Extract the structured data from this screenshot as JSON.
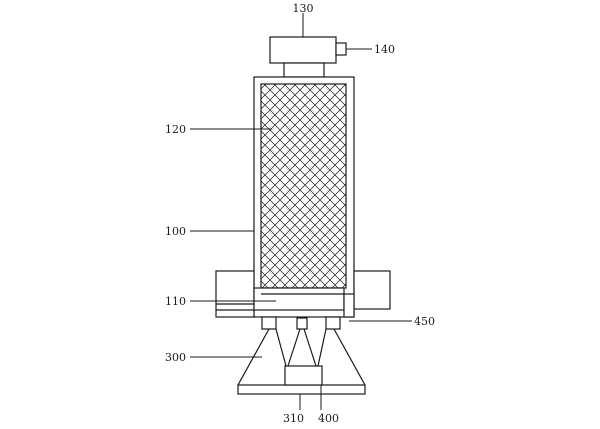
{
  "labels": {
    "l130": "130",
    "l140": "140",
    "l120": "120",
    "l100": "100",
    "l110": "110",
    "l450": "450",
    "l300": "300",
    "l310": "310",
    "l400": "400"
  }
}
